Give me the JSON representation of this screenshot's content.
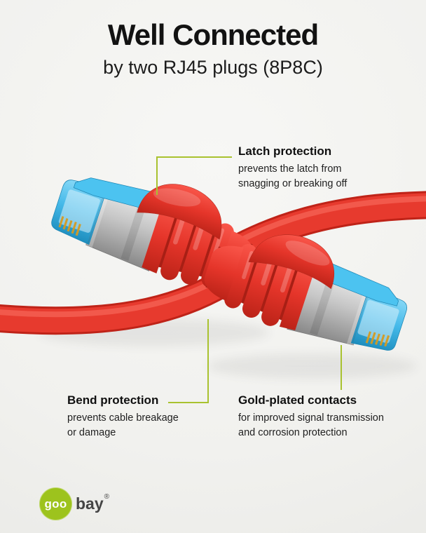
{
  "palette": {
    "background": "#f1f1ee",
    "cable_red": "#e73a2e",
    "cable_red_dark": "#bf2318",
    "connector_blue": "#45b9e9",
    "metal_silver": "#c6c6c6",
    "gold_contact": "#d49b22",
    "callout_line_green": "#a9c22f",
    "logo_green": "#9dc31d",
    "text_dark": "#121212"
  },
  "header": {
    "title": "Well Connected",
    "subtitle": "by two RJ45 plugs (8P8C)"
  },
  "callouts": [
    {
      "id": "latch-protection",
      "heading": "Latch protection",
      "body": "prevents the latch from\nsnagging or breaking off"
    },
    {
      "id": "bend-protection",
      "heading": "Bend protection",
      "body": "prevents cable breakage\nor damage"
    },
    {
      "id": "gold-contacts",
      "heading": "Gold-plated contacts",
      "body": "for improved signal transmission\nand corrosion protection"
    }
  ],
  "figure": {
    "left_connector": "red RJ45 plug with blue latch, metal shield and ridged strain-relief boot, pointing upper-left",
    "right_connector": "red RJ45 plug with blue latch and gold-plated contacts, pointing lower-right",
    "cable_color_name": "red"
  },
  "logo": {
    "goo": "goo",
    "bay": "bay",
    "registered": "®"
  }
}
